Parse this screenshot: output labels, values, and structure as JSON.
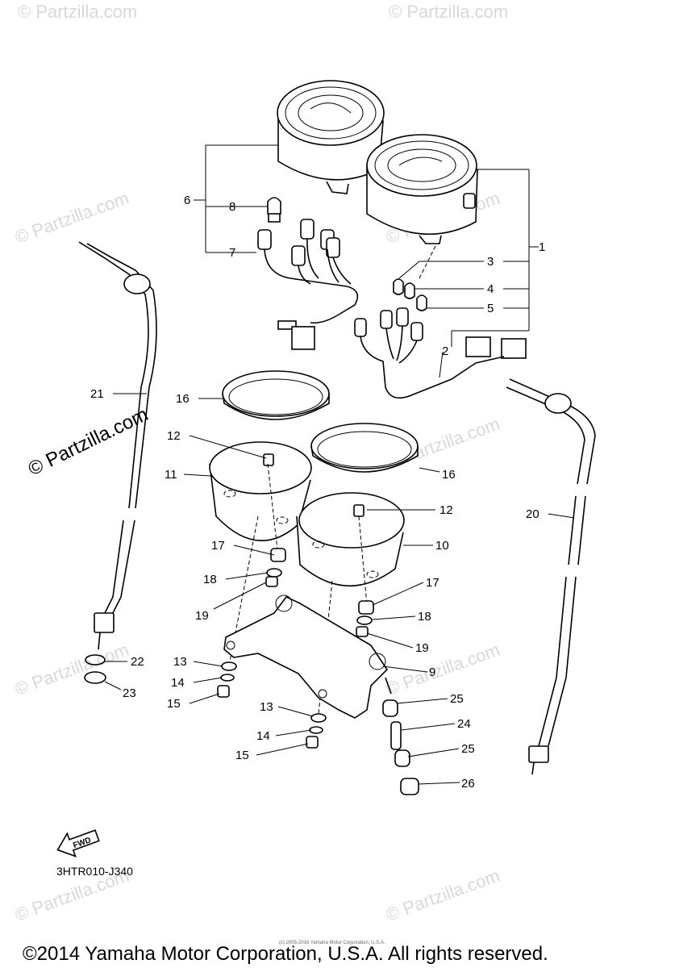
{
  "diagram": {
    "callouts": [
      {
        "id": "1",
        "label": "1"
      },
      {
        "id": "2",
        "label": "2"
      },
      {
        "id": "3",
        "label": "3"
      },
      {
        "id": "4",
        "label": "4"
      },
      {
        "id": "5",
        "label": "5"
      },
      {
        "id": "6",
        "label": "6"
      },
      {
        "id": "7",
        "label": "7"
      },
      {
        "id": "8",
        "label": "8"
      },
      {
        "id": "9",
        "label": "9"
      },
      {
        "id": "10",
        "label": "10"
      },
      {
        "id": "11",
        "label": "11"
      },
      {
        "id": "12a",
        "label": "12"
      },
      {
        "id": "12b",
        "label": "12"
      },
      {
        "id": "13a",
        "label": "13"
      },
      {
        "id": "13b",
        "label": "13"
      },
      {
        "id": "14a",
        "label": "14"
      },
      {
        "id": "14b",
        "label": "14"
      },
      {
        "id": "15a",
        "label": "15"
      },
      {
        "id": "15b",
        "label": "15"
      },
      {
        "id": "16a",
        "label": "16"
      },
      {
        "id": "16b",
        "label": "16"
      },
      {
        "id": "17a",
        "label": "17"
      },
      {
        "id": "17b",
        "label": "17"
      },
      {
        "id": "18a",
        "label": "18"
      },
      {
        "id": "18b",
        "label": "18"
      },
      {
        "id": "19a",
        "label": "19"
      },
      {
        "id": "19b",
        "label": "19"
      },
      {
        "id": "20",
        "label": "20"
      },
      {
        "id": "21",
        "label": "21"
      },
      {
        "id": "22",
        "label": "22"
      },
      {
        "id": "23",
        "label": "23"
      },
      {
        "id": "24",
        "label": "24"
      },
      {
        "id": "25a",
        "label": "25"
      },
      {
        "id": "25b",
        "label": "25"
      },
      {
        "id": "26",
        "label": "26"
      }
    ],
    "fwd_label": "FWD",
    "diagram_code": "3HTR010-J340",
    "watermark_text": "© Partzilla.com",
    "small_notice": "(c) 2005-2016 Yamaha Motor Corporation, U.S.A.",
    "copyright": "©2014 Yamaha Motor Corporation, U.S.A. All rights reserved."
  }
}
